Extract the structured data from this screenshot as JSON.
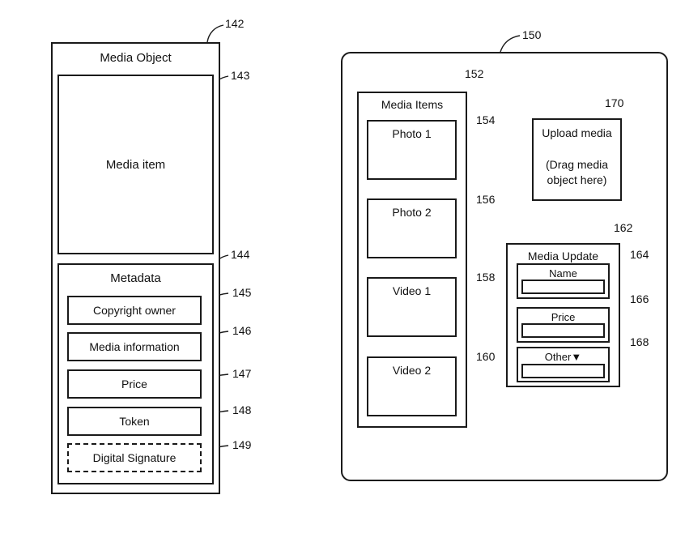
{
  "media_object": {
    "title": "Media Object",
    "ref": "142",
    "media_item": {
      "label": "Media item",
      "ref": "143"
    },
    "metadata": {
      "title": "Metadata",
      "ref": "144",
      "fields": [
        {
          "label": "Copyright owner",
          "ref": "145"
        },
        {
          "label": "Media information",
          "ref": "146"
        },
        {
          "label": "Price",
          "ref": "147"
        },
        {
          "label": "Token",
          "ref": "148"
        },
        {
          "label": "Digital Signature",
          "ref": "149"
        }
      ]
    }
  },
  "ui": {
    "ref": "150",
    "media_items": {
      "title": "Media Items",
      "ref": "152",
      "items": [
        {
          "label": "Photo 1",
          "ref": "154"
        },
        {
          "label": "Photo 2",
          "ref": "156"
        },
        {
          "label": "Video 1",
          "ref": "158"
        },
        {
          "label": "Video 2",
          "ref": "160"
        }
      ]
    },
    "upload": {
      "line1": "Upload media",
      "line2": "(Drag media",
      "line3": "object here)",
      "ref": "170"
    },
    "media_update": {
      "title": "Media Update",
      "ref": "162",
      "fields": [
        {
          "label": "Name",
          "ref": "164"
        },
        {
          "label": "Price",
          "ref": "166"
        },
        {
          "label": "Other",
          "ref": "168",
          "dropdown_glyph": "▼"
        }
      ]
    }
  }
}
